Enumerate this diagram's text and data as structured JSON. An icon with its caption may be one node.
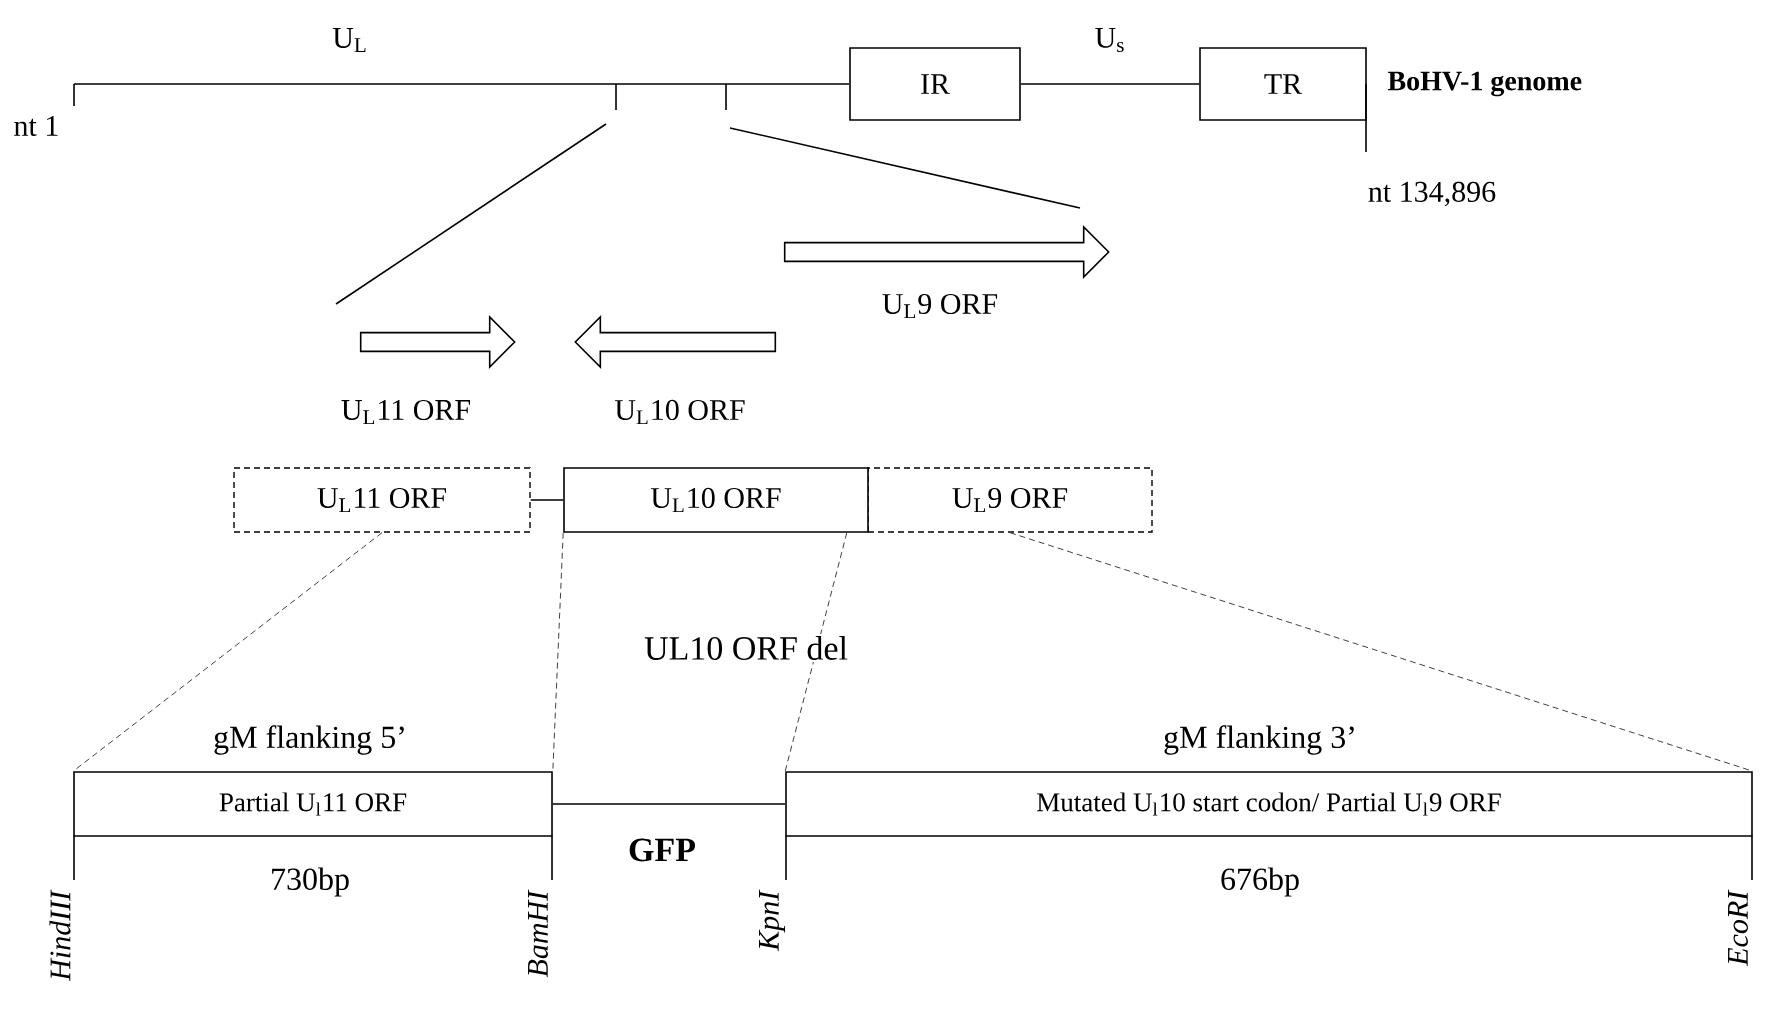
{
  "diagram": {
    "nodes": [
      {
        "text": [
          "IR"
        ]
      },
      {
        "text": [
          "TR"
        ],
        "beside": [
          "BoHV-1 genome",
          "nt 134,896"
        ]
      },
      {
        "text": [
          "U$_{L}$11 ORF"
        ]
      },
      {
        "text": [
          "U$_{L}$10 ORF"
        ]
      },
      {
        "text": [
          "U$_{L}$9 ORF"
        ]
      },
      {
        "text": [
          "gM flanking 5’",
          "Partial U$_{l}$11 ORF"
        ],
        "beside": [
          "730bp",
          "HindIII",
          "BamHI"
        ]
      },
      {
        "text": [
          "gM flanking 3’",
          "Mutated U$_{l}$10 start codon/ Partial U$_{l}$9 ORF"
        ],
        "beside": [
          "676bp",
          "KpnI",
          "EcoRI"
        ]
      }
    ],
    "edges": [
      {
        "from": null,
        "to": 0,
        "arrow": "none",
        "label": "U$_{L}$"
      },
      {
        "from": 0,
        "to": 1,
        "arrow": "none",
        "label": "U$_{s}$"
      },
      {
        "from": 2,
        "to": 3,
        "arrow": "none"
      },
      {
        "from": 5,
        "to": 6,
        "arrow": "none",
        "label": "GFP"
      },
      {
        "from": 2,
        "to": 5,
        "arrow": "none",
        "style": "dashed"
      },
      {
        "from": 3,
        "to": 5,
        "arrow": "none",
        "style": "dashed"
      },
      {
        "from": 3,
        "to": 6,
        "arrow": "none",
        "style": "dashed"
      },
      {
        "from": 4,
        "to": 6,
        "arrow": "none",
        "style": "dashed"
      }
    ],
    "labels": [
      "nt 1",
      "U$_{L}$9 ORF",
      "U$_{L}$11 ORF",
      "U$_{L}$10 ORF",
      "UL10 ORF del"
    ]
  }
}
